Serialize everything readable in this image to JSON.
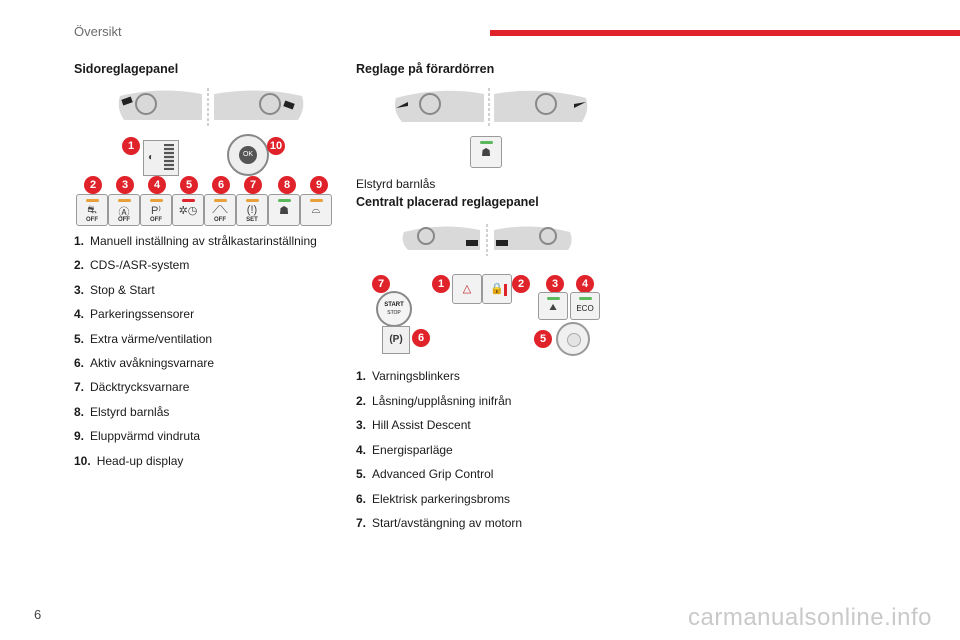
{
  "header": {
    "title": "Översikt",
    "accent_color": "#e0222a"
  },
  "left": {
    "heading": "Sidoreglagepanel",
    "items": [
      {
        "num": "1.",
        "text": "Manuell inställning av strålkastarinställning"
      },
      {
        "num": "2.",
        "text": "CDS-/ASR-system"
      },
      {
        "num": "3.",
        "text": "Stop & Start"
      },
      {
        "num": "4.",
        "text": "Parkeringssensorer"
      },
      {
        "num": "5.",
        "text": "Extra värme/ventilation"
      },
      {
        "num": "6.",
        "text": "Aktiv avåkningsvarnare"
      },
      {
        "num": "7.",
        "text": "Däcktrycksvarnare"
      },
      {
        "num": "8.",
        "text": "Elstyrd barnlås"
      },
      {
        "num": "9.",
        "text": "Eluppvärmd vindruta"
      },
      {
        "num": "10.",
        "text": "Head-up display"
      }
    ],
    "badges": [
      "1",
      "10",
      "2",
      "3",
      "4",
      "5",
      "6",
      "7",
      "8",
      "9"
    ],
    "button_labels": [
      "OFF",
      "OFF",
      "OFF",
      "",
      "",
      "OFF",
      "SET",
      "",
      ""
    ],
    "wheel_label": "OK"
  },
  "right": {
    "heading1": "Reglage på förardörren",
    "caption1": "Elstyrd barnlås",
    "heading2": "Centralt placerad reglagepanel",
    "items": [
      {
        "num": "1.",
        "text": "Varningsblinkers"
      },
      {
        "num": "2.",
        "text": "Låsning/upplåsning inifrån"
      },
      {
        "num": "3.",
        "text": "Hill Assist Descent"
      },
      {
        "num": "4.",
        "text": "Energisparläge"
      },
      {
        "num": "5.",
        "text": "Advanced Grip Control"
      },
      {
        "num": "6.",
        "text": "Elektrisk parkeringsbroms"
      },
      {
        "num": "7.",
        "text": "Start/avstängning av motorn"
      }
    ],
    "badges": [
      "7",
      "1",
      "2",
      "3",
      "4",
      "5",
      "6"
    ],
    "start_label": "START",
    "stop_label": "STOP",
    "park_label": "(P)",
    "eco_label": "ECO"
  },
  "footer": {
    "page_number": "6",
    "watermark": "carmanualsonline.info"
  }
}
